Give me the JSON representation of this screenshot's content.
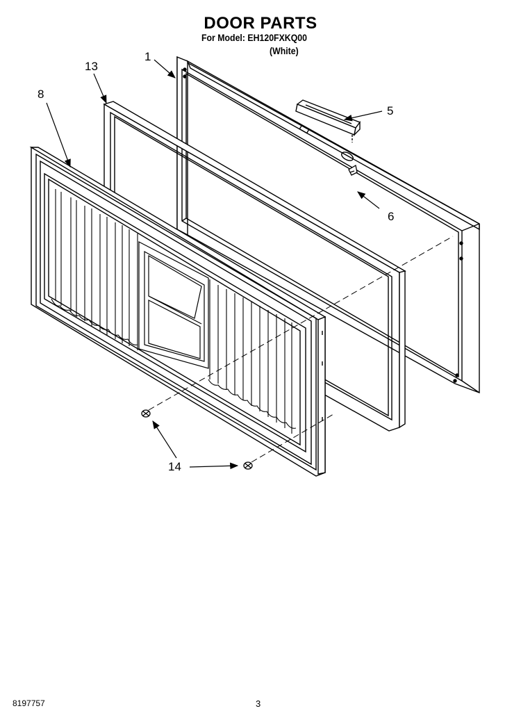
{
  "header": {
    "title": "DOOR PARTS",
    "model_line": "For Model: EH120FXKQ00",
    "variant": "(White)"
  },
  "callouts": {
    "c1": "1",
    "c5": "5",
    "c6": "6",
    "c8": "8",
    "c13": "13",
    "c14": "14"
  },
  "footer": {
    "doc_number": "8197757",
    "page_number": "3"
  }
}
